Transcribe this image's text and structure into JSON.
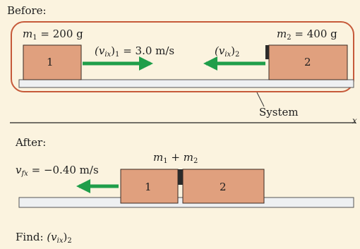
{
  "before": {
    "label": "Before:",
    "block1": {
      "label": "1",
      "mass_symbol": "m",
      "mass_sub": "1",
      "mass_value": "= 200 g"
    },
    "block2": {
      "label": "2",
      "mass_symbol": "m",
      "mass_sub": "2",
      "mass_value": "= 400 g"
    },
    "v1": {
      "prefix": "(v",
      "sub": "ix",
      "suffix": ")",
      "sub2": "1",
      "value": "= 3.0 m/s"
    },
    "v2": {
      "prefix": "(v",
      "sub": "ix",
      "suffix": ")",
      "sub2": "2"
    },
    "system_label": "System",
    "axis_label": "x"
  },
  "after": {
    "label": "After:",
    "block1_label": "1",
    "block2_label": "2",
    "combined": {
      "m": "m",
      "s1": "1",
      "plus": " + ",
      "m2": "m",
      "s2": "2"
    },
    "vf": {
      "v": "v",
      "sub": "fx",
      "value": "= −0.40 m/s"
    }
  },
  "find": {
    "label": "Find:",
    "expr_prefix": "(v",
    "expr_sub": "ix",
    "expr_suffix": ")",
    "expr_sub2": "2"
  },
  "colors": {
    "background": "#fbf3df",
    "block_fill": "#e0a07e",
    "block_stroke": "#3a2a22",
    "track_fill": "#eef0f2",
    "arrow": "#1f9e4a",
    "system_outline": "#c65a3a"
  }
}
